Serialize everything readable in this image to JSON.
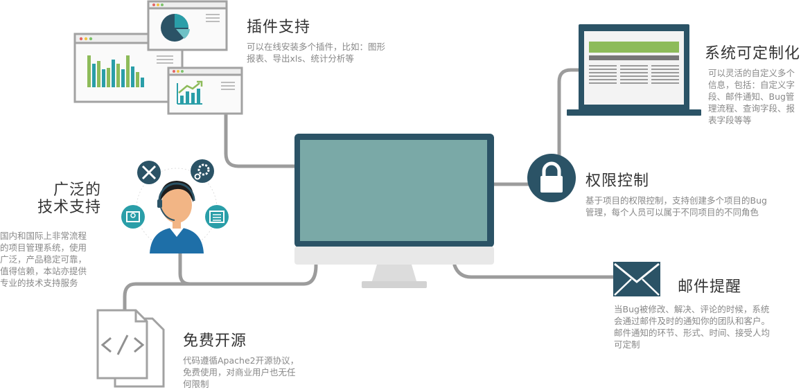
{
  "colors": {
    "dark": "#2b5366",
    "screen": "#7aa9a7",
    "connector": "#9c9c9c",
    "green": "#8dbb5a",
    "teal": "#2a9ea8",
    "title_text": "#333333",
    "desc_text": "#888888"
  },
  "features": {
    "plugins": {
      "title": "插件支持",
      "desc": [
        "可以在线安装多个插件，比如：图形",
        "报表、导出xls、统计分析等"
      ]
    },
    "custom": {
      "title": "系统可定制化",
      "desc": [
        "可以灵活的自定义多个",
        "信息，包括：自定义字",
        "段、邮件通知、Bug管",
        "理流程、查询字段、报",
        "表字段等等"
      ]
    },
    "support": {
      "title_lines": [
        "广泛的",
        "技术支持"
      ],
      "desc": [
        "国内和国际上非常流程",
        "的项目管理系统，使用",
        "广泛，产品稳定可靠，",
        "值得信赖，本站亦提供",
        "专业的技术支持服务"
      ]
    },
    "permission": {
      "title": "权限控制",
      "desc": [
        "基于项目的权限控制，支持创建多个项目的Bug",
        "管理，每个人员可以属于不同项目的不同角色"
      ]
    },
    "email": {
      "title": "邮件提醒",
      "desc": [
        "当Bug被修改、解决、评论的时候，系统",
        "会通过邮件及时的通知你的团队和客户。",
        "邮件通知的环节、形式、时间、接受人均",
        "可定制"
      ]
    },
    "opensource": {
      "title": "免费开源",
      "desc": [
        "代码遵循Apache2开源协议，",
        "免费使用，对商业用户也无任",
        "何限制"
      ]
    }
  },
  "icons": {
    "central": "monitor-icon",
    "plugins": "browser-windows-icon",
    "custom": "laptop-icon",
    "permission": "lock-icon",
    "email": "envelope-icon",
    "support": "support-agent-icon",
    "opensource": "code-document-icon"
  }
}
